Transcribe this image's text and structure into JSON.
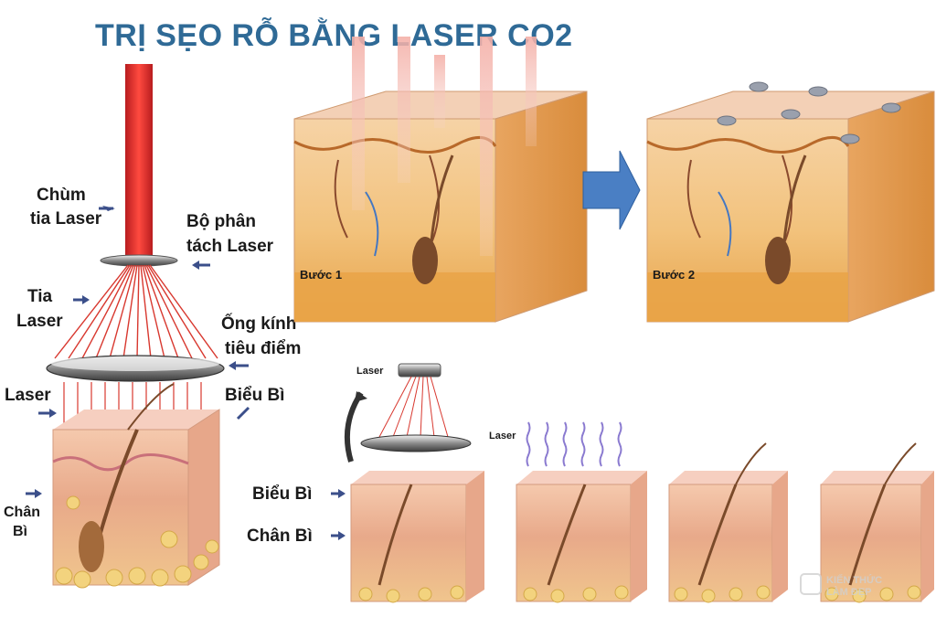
{
  "title": "TRỊ SẸO RỖ BẰNG LASER CO2",
  "labels": {
    "chum_line1": "Chùm",
    "chum_line2": "tia Laser",
    "bo_line1": "Bộ phân",
    "bo_line2": "tách Laser",
    "tia_line1": "Tia",
    "tia_line2": "Laser",
    "ong_line1": "Ống kính",
    "ong_line2": "tiêu điểm",
    "laser_left": "Laser",
    "bieu_bi_left": "Biểu Bì",
    "chan_line1": "Chân",
    "chan_line2": "Bì",
    "buoc1": "Bước 1",
    "buoc2": "Bước 2",
    "laser_small1": "Laser",
    "laser_small2": "Laser",
    "bieu_bi_bottom": "Biểu Bì",
    "chan_bi_bottom": "Chân Bì",
    "watermark_line1": "KIẾN THỨC",
    "watermark_line2": "LÀM ĐẸP"
  },
  "colors": {
    "title": "#2f6a96",
    "laser_beam": "#e0262a",
    "laser_line": "#d8382f",
    "arrow": "#4a7fc4",
    "label_arrow": "#3b4f8a",
    "skin_top": "#f3c6a6",
    "skin_side": "#e9b48c",
    "fat": "#f1d27a"
  }
}
